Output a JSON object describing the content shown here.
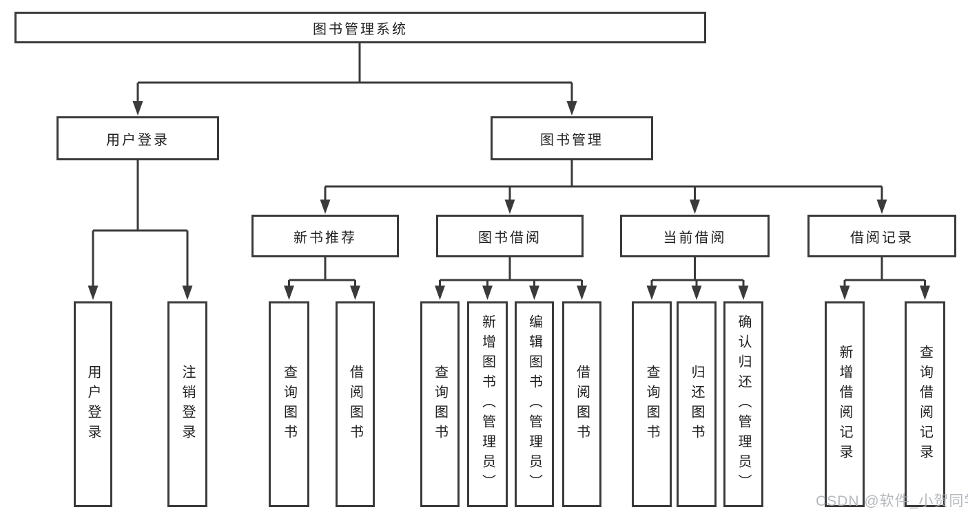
{
  "title": "图书管理系统",
  "watermark": "CSDN @软件_小贺同学",
  "colors": {
    "line": "#3a3a3a",
    "box_border": "#3a3a3a",
    "text": "#222222",
    "background": "#ffffff",
    "watermark": "#a9aeb3"
  },
  "nodes": {
    "root": "图书管理系统",
    "user_login": "用户登录",
    "book_manage": "图书管理",
    "new_book_recommend": "新书推荐",
    "book_borrow": "图书借阅",
    "current_borrow": "当前借阅",
    "borrow_record": "借阅记录",
    "login_user": "用户登录",
    "login_logout": "注销登录",
    "recommend_query": "查询图书",
    "recommend_borrow": "借阅图书",
    "borrow_query": "查询图书",
    "borrow_add": "新增图书（管理员）",
    "borrow_edit": "编辑图书（管理员）",
    "borrow_lend": "借阅图书",
    "current_query": "查询图书",
    "current_return": "归还图书",
    "current_confirm": "确认归还（管理员）",
    "record_add": "新增借阅记录",
    "record_query": "查询借阅记录"
  }
}
